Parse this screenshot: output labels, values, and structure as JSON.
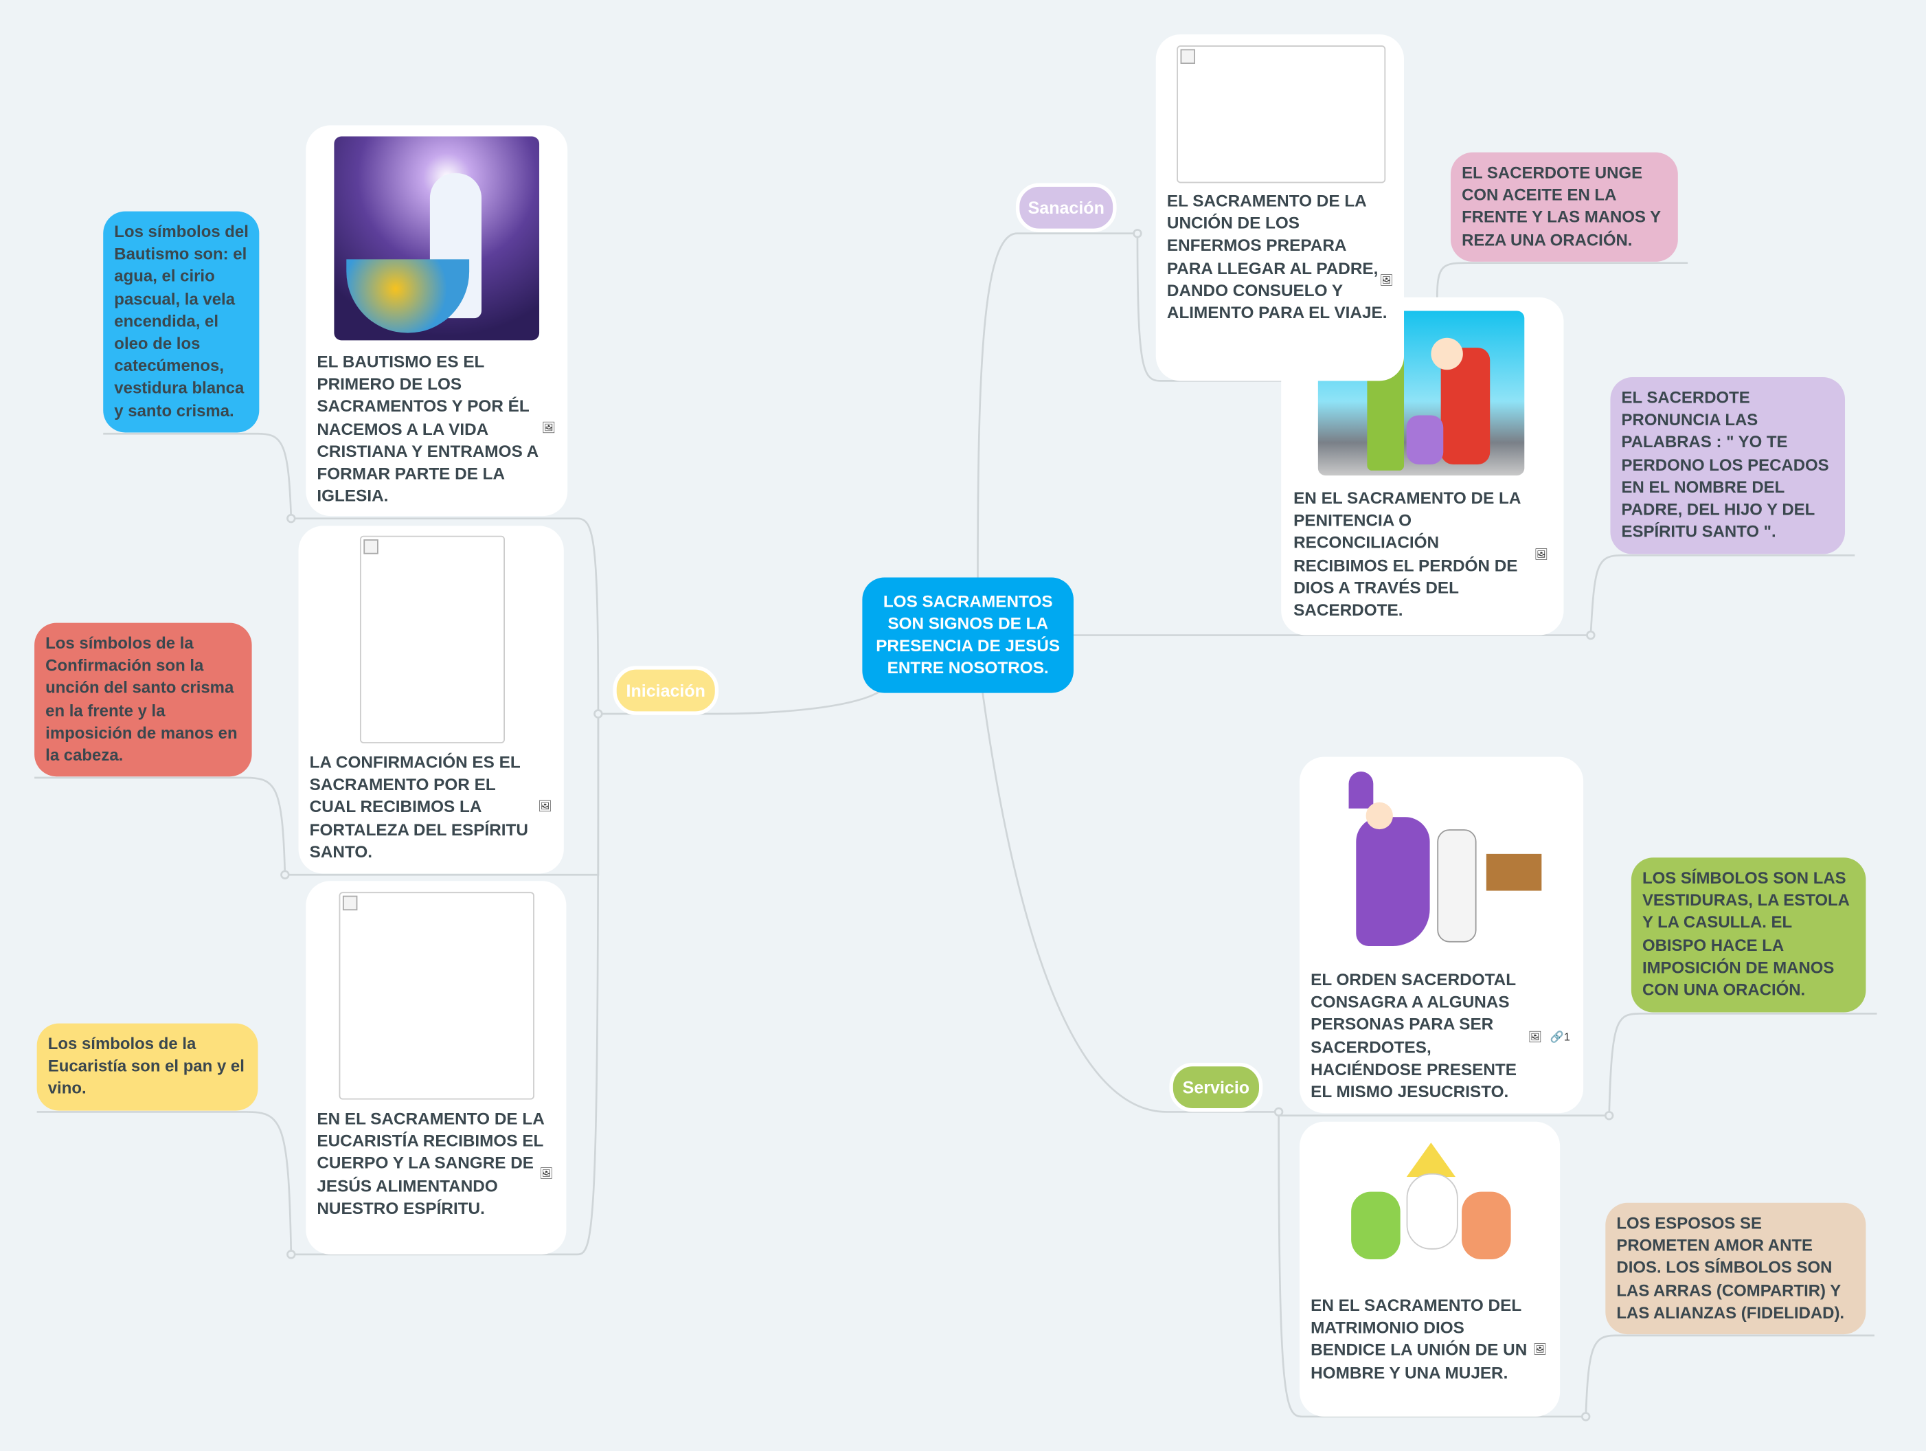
{
  "central": {
    "label": "LOS SACRAMENTOS SON SIGNOS DE LA PRESENCIA DE JESÚS ENTRE NOSOTROS."
  },
  "branches": [
    {
      "label": "Sanación",
      "color": "#d5c4e8"
    },
    {
      "label": "Iniciación",
      "color": "#fde58a"
    },
    {
      "label": "Servicio",
      "color": "#a5c85a"
    }
  ],
  "cards": {
    "uncion": {
      "text": "EL SACRAMENTO DE LA UNCIÓN DE LOS ENFERMOS PREPARA PARA LLEGAR AL PADRE, DANDO CONSUELO Y ALIMENTO PARA EL VIAJE.",
      "icon": "image-icon"
    },
    "penitencia": {
      "text": "EN EL SACRAMENTO DE LA PENITENCIA O RECONCILIACIÓN RECIBIMOS EL PERDÓN DE DIOS A TRAVÉS DEL SACERDOTE.",
      "icon": "image-icon"
    },
    "bautismo": {
      "text": "EL BAUTISMO ES EL PRIMERO DE LOS SACRAMENTOS Y POR ÉL NACEMOS A LA VIDA CRISTIANA Y ENTRAMOS A FORMAR PARTE DE LA IGLESIA.",
      "icon": "image-icon"
    },
    "confirmacion": {
      "text": "LA CONFIRMACIÓN ES EL SACRAMENTO POR EL CUAL RECIBIMOS LA FORTALEZA DEL ESPÍRITU SANTO.",
      "icon": "image-icon"
    },
    "eucaristia": {
      "text": "EN EL SACRAMENTO DE LA EUCARISTÍA RECIBIMOS EL CUERPO Y LA SANGRE DE JESÚS ALIMENTANDO NUESTRO ESPÍRITU.",
      "icon": "image-icon"
    },
    "orden": {
      "text": "EL ORDEN SACERDOTAL CONSAGRA A ALGUNAS PERSONAS PARA SER SACERDOTES, HACIÉNDOSE PRESENTE EL MISMO JESUCRISTO.",
      "icon": "image-icon",
      "link_count": "1"
    },
    "matrimonio": {
      "text": "EN EL SACRAMENTO DEL MATRIMONIO DIOS BENDICE LA UNIÓN DE UN HOMBRE Y UNA MUJER.",
      "icon": "image-icon"
    }
  },
  "notes": {
    "uncion": {
      "text": "EL SACERDOTE UNGE CON ACEITE EN LA FRENTE Y LAS MANOS Y REZA UNA ORACIÓN.",
      "color": "#e8b8cf"
    },
    "penitencia": {
      "text": "EL SACERDOTE PRONUNCIA LAS PALABRAS : \" YO TE PERDONO LOS PECADOS EN EL NOMBRE DEL PADRE, DEL HIJO Y DEL ESPÍRITU SANTO \".",
      "color": "#d5c4e8"
    },
    "bautismo": {
      "text": "Los símbolos del Bautismo son: el agua, el cirio pascual, la vela encendida, el oleo de los catecúmenos, vestidura blanca y santo crisma.",
      "color": "#2fb8f6"
    },
    "confirmacion": {
      "text": "Los símbolos de la Confirmación son la unción del santo crisma en la frente y la imposición de manos en la cabeza.",
      "color": "#e8776d"
    },
    "eucaristia": {
      "text": "Los símbolos de la Eucaristía son el pan y el vino.",
      "color": "#fde07c"
    },
    "orden": {
      "text": "LOS SÍMBOLOS SON LAS VESTIDURAS, LA ESTOLA Y LA CASULLA. EL OBISPO HACE LA IMPOSICIÓN DE MANOS CON UNA ORACIÓN.",
      "color": "#a5c85a"
    },
    "matrimonio": {
      "text": "LOS ESPOSOS SE PROMETEN AMOR ANTE DIOS.  LOS SÍMBOLOS SON LAS ARRAS (COMPARTIR) Y LAS ALIANZAS (FIDELIDAD).",
      "color": "#ead4be"
    }
  },
  "colors": {
    "background": "#eef3f6",
    "central": "#00a9f1",
    "connector": "#cfd5d8"
  }
}
